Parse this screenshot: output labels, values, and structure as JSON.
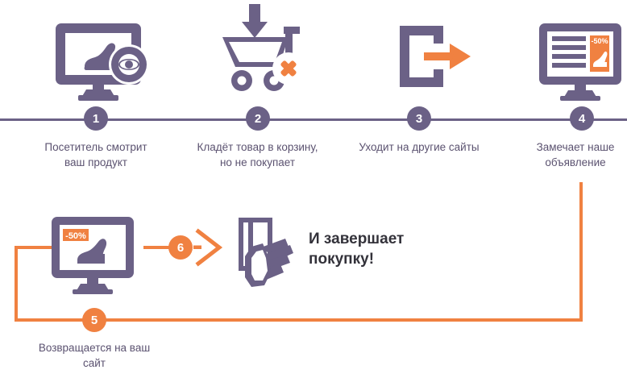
{
  "colors": {
    "purple": "#6b6186",
    "orange": "#f08141",
    "caption_text": "#5b5270",
    "headline_text": "#33323a",
    "background": "#ffffff"
  },
  "discount_label": "-50%",
  "headline": "И завершает\nпокупку!",
  "steps": [
    {
      "number": "1",
      "caption": "Посетитель смотрит\nваш продукт",
      "icon": "monitor-shoe-eye-icon",
      "badge_color": "purple"
    },
    {
      "number": "2",
      "caption": "Кладёт товар в корзину,\nно не покупает",
      "icon": "cart-abandon-icon",
      "badge_color": "purple"
    },
    {
      "number": "3",
      "caption": "Уходит на другие сайты",
      "icon": "exit-arrow-icon",
      "badge_color": "purple"
    },
    {
      "number": "4",
      "caption": "Замечает наше\nобъявление",
      "icon": "monitor-ad-icon",
      "badge_color": "purple"
    },
    {
      "number": "5",
      "caption": "Возвращается на ваш\nсайт",
      "icon": "monitor-discount-icon",
      "badge_color": "orange"
    },
    {
      "number": "6",
      "caption": "",
      "icon": "chevron-right-icon",
      "badge_color": "orange"
    }
  ]
}
